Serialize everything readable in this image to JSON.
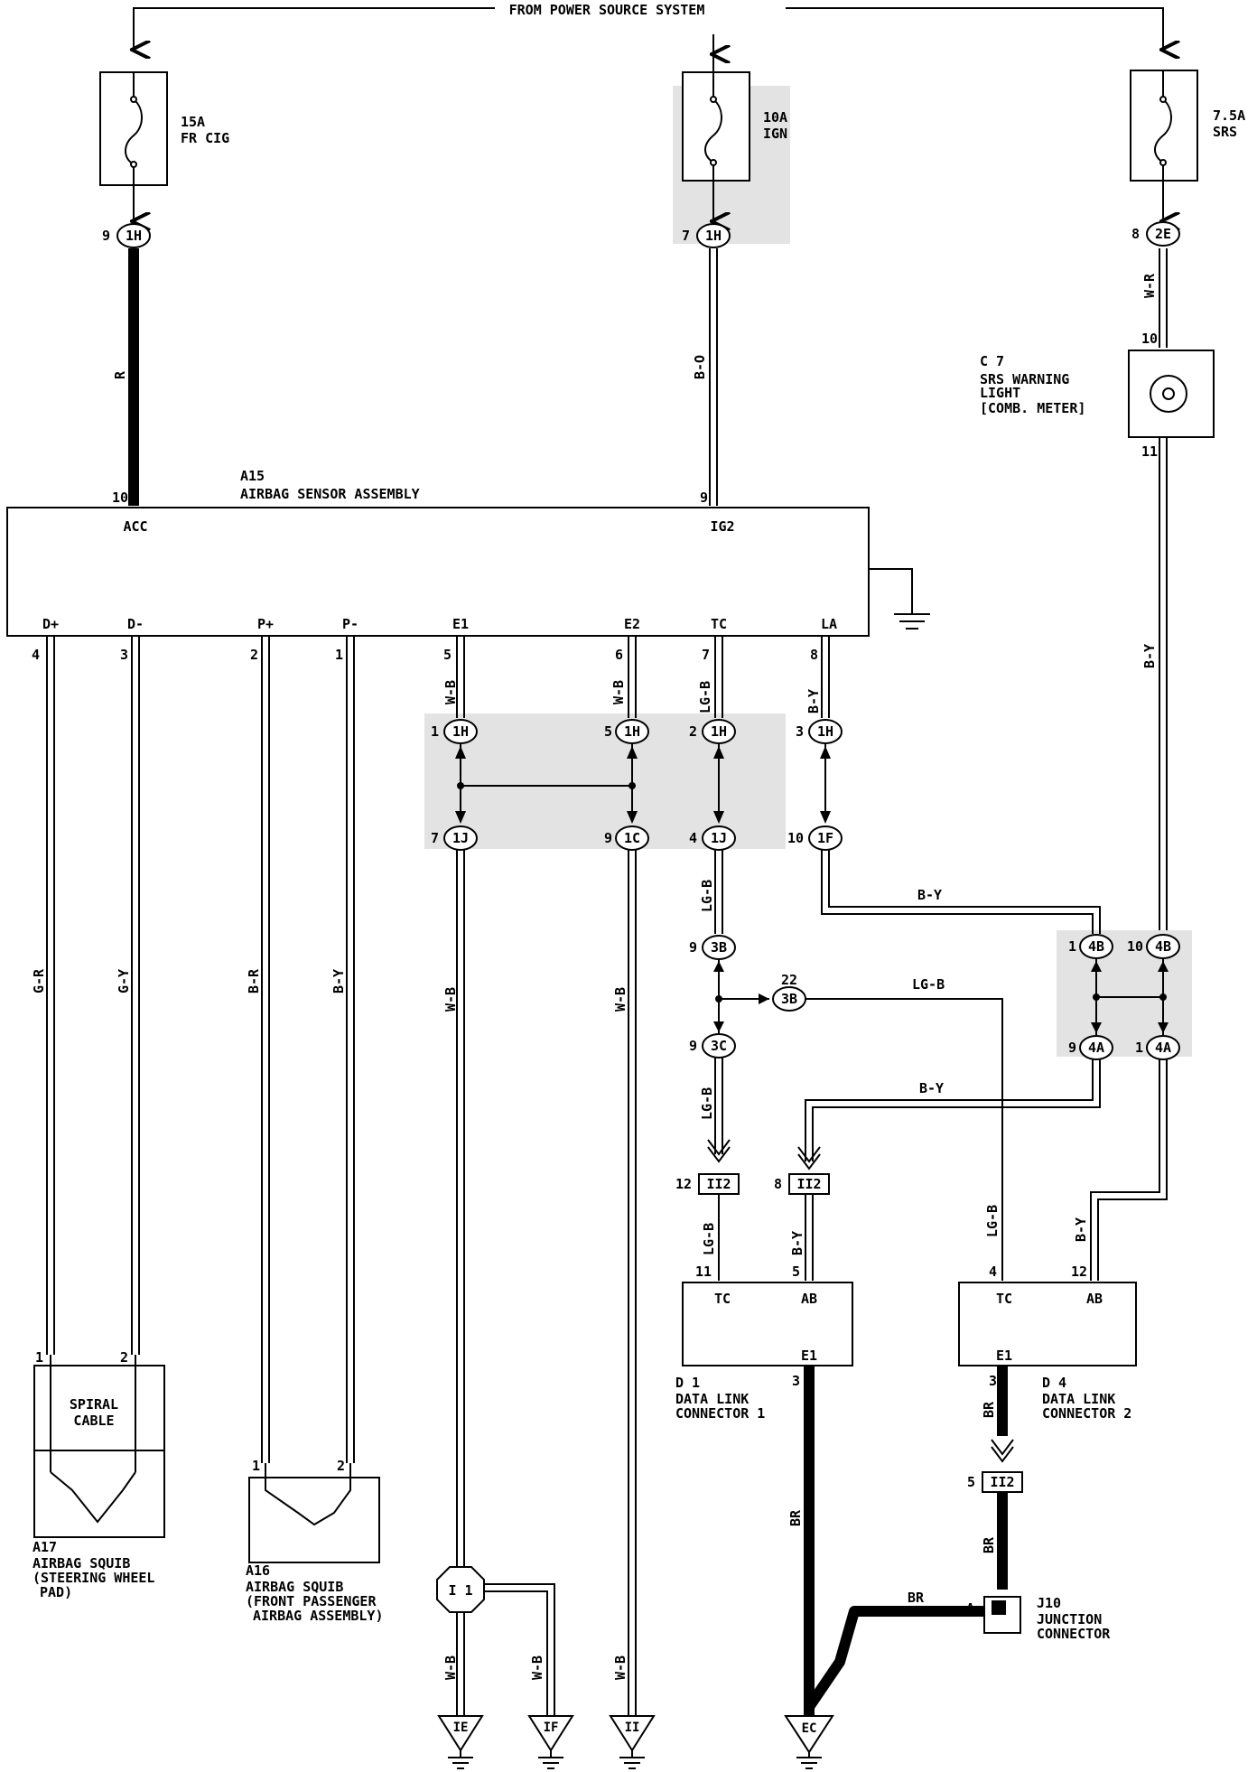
{
  "header": {
    "source": "FROM POWER SOURCE SYSTEM"
  },
  "fuses": [
    {
      "id": "fuse-fr-cig",
      "rating": "15A",
      "name": "FR CIG"
    },
    {
      "id": "fuse-ign",
      "rating": "10A",
      "name": "IGN"
    },
    {
      "id": "fuse-srs",
      "rating": "7.5A",
      "name": "SRS"
    }
  ],
  "sensor": {
    "code": "A15",
    "name": "AIRBAG SENSOR ASSEMBLY",
    "top_pins": [
      {
        "num": "10",
        "name": "ACC"
      },
      {
        "num": "9",
        "name": "IG2"
      }
    ],
    "bottom_pins": [
      {
        "num": "4",
        "name": "D+"
      },
      {
        "num": "3",
        "name": "D-"
      },
      {
        "num": "2",
        "name": "P+"
      },
      {
        "num": "1",
        "name": "P-"
      },
      {
        "num": "5",
        "name": "E1"
      },
      {
        "num": "6",
        "name": "E2"
      },
      {
        "num": "7",
        "name": "TC"
      },
      {
        "num": "8",
        "name": "LA"
      }
    ]
  },
  "warning_light": {
    "code": "C 7",
    "line1": "SRS WARNING",
    "line2": "LIGHT",
    "line3": "[COMB. METER]",
    "pin_in": "10",
    "pin_out": "11"
  },
  "connectors": {
    "c1": {
      "label": "1H",
      "pin": "9"
    },
    "c2": {
      "label": "1H",
      "pin": "7"
    },
    "c3": {
      "label": "2E",
      "pin": "8"
    },
    "c4": {
      "label": "1H",
      "pin": "1"
    },
    "c5": {
      "label": "1H",
      "pin": "5"
    },
    "c6": {
      "label": "1H",
      "pin": "2"
    },
    "c7": {
      "label": "1H",
      "pin": "3"
    },
    "c8": {
      "label": "1J",
      "pin": "7"
    },
    "c9": {
      "label": "1C",
      "pin": "9"
    },
    "c10": {
      "label": "1J",
      "pin": "4"
    },
    "c11": {
      "label": "1F",
      "pin": "10"
    },
    "c12": {
      "label": "3B",
      "pin": "9"
    },
    "c13": {
      "label": "3B",
      "pin": "22"
    },
    "c14": {
      "label": "3C",
      "pin": "9"
    },
    "c15": {
      "label": "4B",
      "pin": "1"
    },
    "c16": {
      "label": "4B",
      "pin": "10"
    },
    "c17": {
      "label": "4A",
      "pin": "9"
    },
    "c18": {
      "label": "4A",
      "pin": "1"
    },
    "c19": {
      "label": "II2",
      "pin": "12"
    },
    "c20": {
      "label": "II2",
      "pin": "8"
    },
    "c21": {
      "label": "II2",
      "pin": "5"
    },
    "c22": {
      "label": "I 1",
      "pin": ""
    }
  },
  "wire_colors": {
    "w1": "R",
    "w2": "B-O",
    "w3": "W-R",
    "w4": "B-Y",
    "w5": "W-B",
    "w6": "W-B",
    "w7": "LG-B",
    "w8": "B-Y",
    "w9": "G-R",
    "w10": "G-Y",
    "w11": "B-R",
    "w12": "B-Y",
    "w13": "W-B",
    "w14": "W-B",
    "w15": "LG-B",
    "w16": "B-Y",
    "w17": "LG-B",
    "w18": "B-Y",
    "w19": "LG-B",
    "w20": "B-Y",
    "w21": "LG-B",
    "w22": "B-Y",
    "w23": "BR",
    "w24": "BR",
    "w25": "BR",
    "w26": "BR",
    "w27": "W-B",
    "w28": "W-B",
    "w29": "W-B"
  },
  "dlc1": {
    "code": "D 1",
    "line1": "DATA LINK",
    "line2": "CONNECTOR 1",
    "pins": {
      "tc": "TC",
      "ab": "AB",
      "e1": "E1"
    },
    "nums": {
      "tc": "11",
      "ab": "5",
      "e1": "3"
    }
  },
  "dlc2": {
    "code": "D 4",
    "line1": "DATA LINK",
    "line2": "CONNECTOR 2",
    "pins": {
      "tc": "TC",
      "ab": "AB",
      "e1": "E1"
    },
    "nums": {
      "tc": "4",
      "ab": "12",
      "e1": "3"
    }
  },
  "spiral": {
    "code": "A17",
    "inner1": "SPIRAL",
    "inner2": "CABLE",
    "line1": "AIRBAG SQUIB",
    "line2": "(STEERING WHEEL",
    "line3": "PAD)",
    "pin1": "1",
    "pin2": "2"
  },
  "squib2": {
    "code": "A16",
    "line1": "AIRBAG SQUIB",
    "line2": "(FRONT PASSENGER",
    "line3": "AIRBAG ASSEMBLY)",
    "pin1": "1",
    "pin2": "2"
  },
  "junction": {
    "code": "J10",
    "line1": "JUNCTION",
    "line2": "CONNECTOR",
    "pin_a1": "A",
    "pin_a2": "A"
  },
  "grounds": [
    "IE",
    "IF",
    "II",
    "EC"
  ]
}
